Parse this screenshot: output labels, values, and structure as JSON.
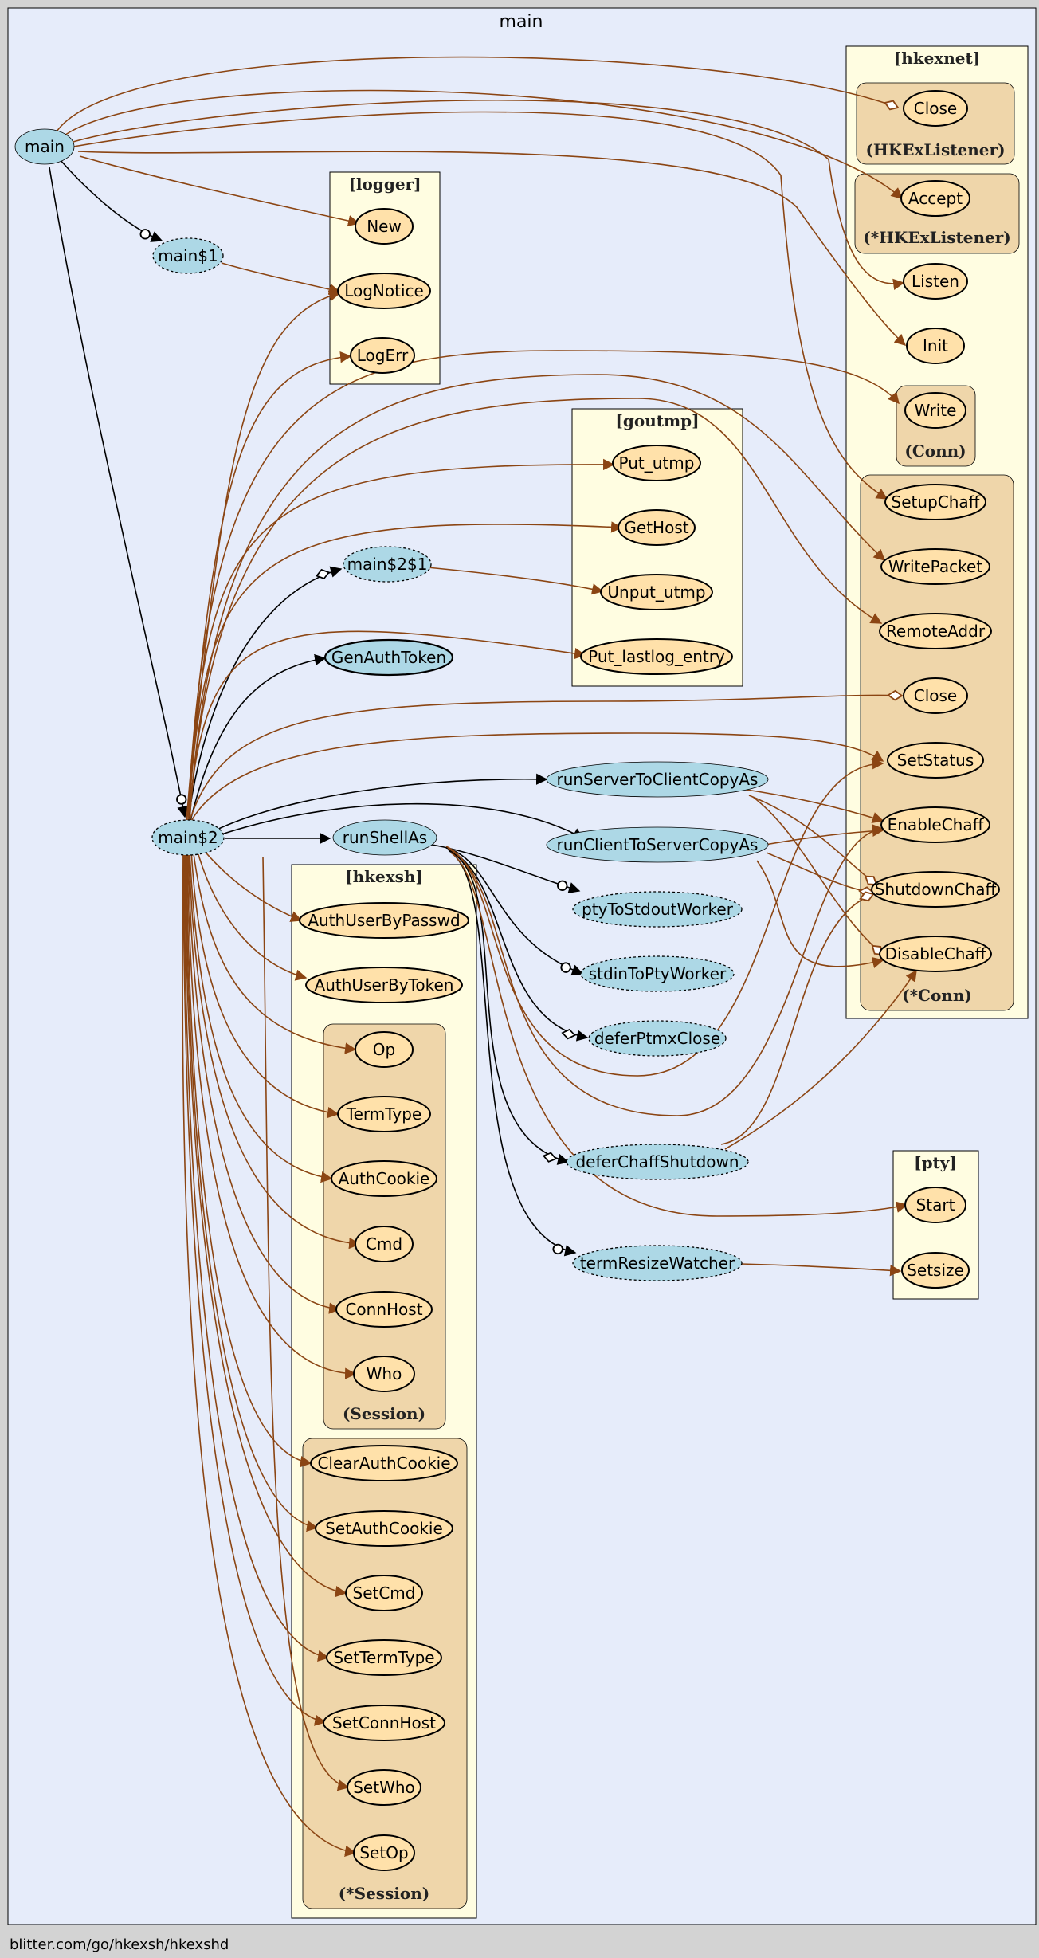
{
  "title": "main",
  "footer": "blitter.com/go/hkexsh/hkexshd",
  "packages": {
    "hkexnet": "[hkexnet]",
    "logger": "[logger]",
    "goutmp": "[goutmp]",
    "hkexsh": "[hkexsh]",
    "pty": "[pty]"
  },
  "receivers": {
    "hkexlistener": "(HKExListener)",
    "ptr_hkexlistener": "(*HKExListener)",
    "conn": "(Conn)",
    "ptr_conn": "(*Conn)",
    "session": "(Session)",
    "ptr_session": "(*Session)"
  },
  "nodes": {
    "main": "main",
    "main1": "main$1",
    "main2": "main$2",
    "main21": "main$2$1",
    "genauthtoken": "GenAuthToken",
    "runshellas": "runShellAs",
    "runservertoclient": "runServerToClientCopyAs",
    "runclienttoserver": "runClientToServerCopyAs",
    "ptytostdout": "ptyToStdoutWorker",
    "stdintopty": "stdinToPtyWorker",
    "deferptmxclose": "deferPtmxClose",
    "deferchaffshutdown": "deferChaffShutdown",
    "termresizewatcher": "termResizeWatcher",
    "logger_new": "New",
    "logger_lognotice": "LogNotice",
    "logger_logerr": "LogErr",
    "goutmp_put_utmp": "Put_utmp",
    "goutmp_gethost": "GetHost",
    "goutmp_unput_utmp": "Unput_utmp",
    "goutmp_put_lastlog": "Put_lastlog_entry",
    "net_listener_close": "Close",
    "net_accept": "Accept",
    "net_listen": "Listen",
    "net_init": "Init",
    "net_write": "Write",
    "net_setupchaff": "SetupChaff",
    "net_writepacket": "WritePacket",
    "net_remoteaddr": "RemoteAddr",
    "net_conn_close": "Close",
    "net_setstatus": "SetStatus",
    "net_enablechaff": "EnableChaff",
    "net_shutdownchaff": "ShutdownChaff",
    "net_disablechaff": "DisableChaff",
    "sh_authuserbypasswd": "AuthUserByPasswd",
    "sh_authuserbytoken": "AuthUserByToken",
    "sh_op": "Op",
    "sh_termtype": "TermType",
    "sh_authcookie": "AuthCookie",
    "sh_cmd": "Cmd",
    "sh_connhost": "ConnHost",
    "sh_who": "Who",
    "sh_clearauthcookie": "ClearAuthCookie",
    "sh_setauthcookie": "SetAuthCookie",
    "sh_setcmd": "SetCmd",
    "sh_settermtype": "SetTermType",
    "sh_setconnhost": "SetConnHost",
    "sh_setwho": "SetWho",
    "sh_setop": "SetOp",
    "pty_start": "Start",
    "pty_setsize": "Setsize"
  },
  "colors": {
    "background": "#e6ecfa",
    "package_fill": "#fffde1",
    "receiver_fill": "#efd6aa",
    "external_node": "#ffe1aa",
    "local_node": "#add8e6",
    "external_edge": "#8b4513",
    "local_edge": "#000000"
  }
}
